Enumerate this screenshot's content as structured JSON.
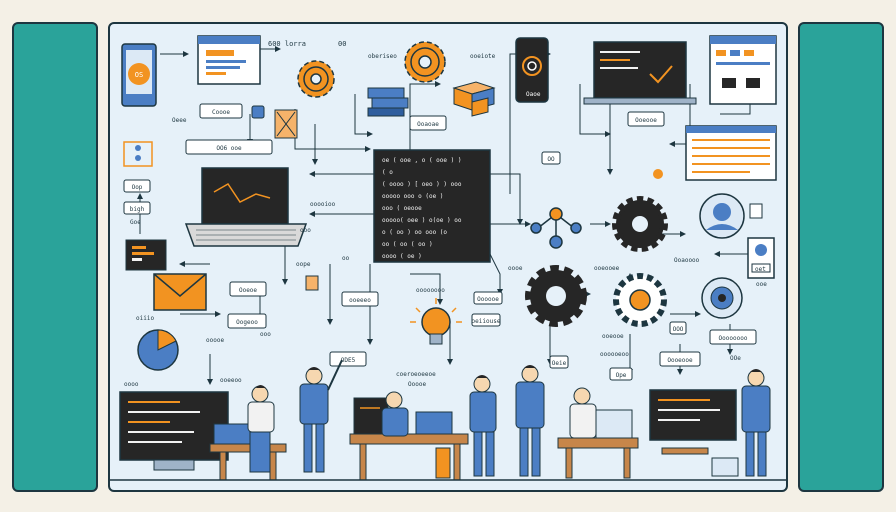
{
  "left_screen_icon": {
    "text": "OS"
  },
  "browser_top": {
    "label": "600 lorra",
    "trail": "00"
  },
  "labels": {
    "top_center": "oberiseo",
    "top_right_a": "ooeiote",
    "coooe_left": "Coooe",
    "ooe_mid": "OO6 ooe",
    "oeee_small": "Oeee",
    "oaoe": "Oaoe",
    "ooaoaae_box": "Ooaoae",
    "ooeeeo": "ooeeeo",
    "ooecc_right": "Ooeooe",
    "oe_right": "OO",
    "goe_box": "Goe",
    "oop": "Oop",
    "bigh": "bigh",
    "ooooo_center": "ooooioo",
    "ooeoe_left": "Ooeoe",
    "oogeoo_left": "Oogeoo",
    "oc_small": "oo",
    "oes_box": "ODE5",
    "ooeeeeeeo": "ooeeoo",
    "onoe": "ooo",
    "oeiiouse": "oeiiouse",
    "ooo_right_mid": "ooeooe",
    "oooo_right": "Ooaoooo",
    "ooe_right_mid": "ooe",
    "oeie": "Oeie",
    "ooooe_center2": "Ooooe",
    "oooocoo_center": "oooooooo",
    "ooooii": "coeroeoeeoe",
    "ooo_right_low": "OOO",
    "ooeoo_right_low": "Oooeooe",
    "ooeoeee": "Oooooe",
    "ooeooo_right_far": "Oooooooo",
    "oooe_pc": "oooe",
    "ope": "Ope",
    "oiio_left": "oiiio",
    "ooppecoo": "oooooeoo",
    "ooeesee": "ooeooee",
    "oe_right_small": "OOe",
    "oet": "oet",
    "ooo_left_tiny": "ooo",
    "oooe_left_low": "ooooe",
    "oepe": "oope",
    "ooo_bl": "oooo"
  },
  "code_lines": [
    "oe ( ooe , o ( ooe ) )",
    "( o",
    "( oooo ) [ oeo ) ) ooo",
    "ooooo ooo  o (oe )",
    "ooo  ( oeooe",
    "ooooo( oee ) o(oe ) oo",
    "o ( oo ) oo ooo (o",
    "oo ( oo  ( oo )",
    "oooo ( oe )"
  ],
  "colors": {
    "teal": "#2aa39a",
    "navy": "#1d3640",
    "orange": "#f29321",
    "blue": "#4b7ec4",
    "panel": "#e6f1f9",
    "terminal": "#262626"
  }
}
